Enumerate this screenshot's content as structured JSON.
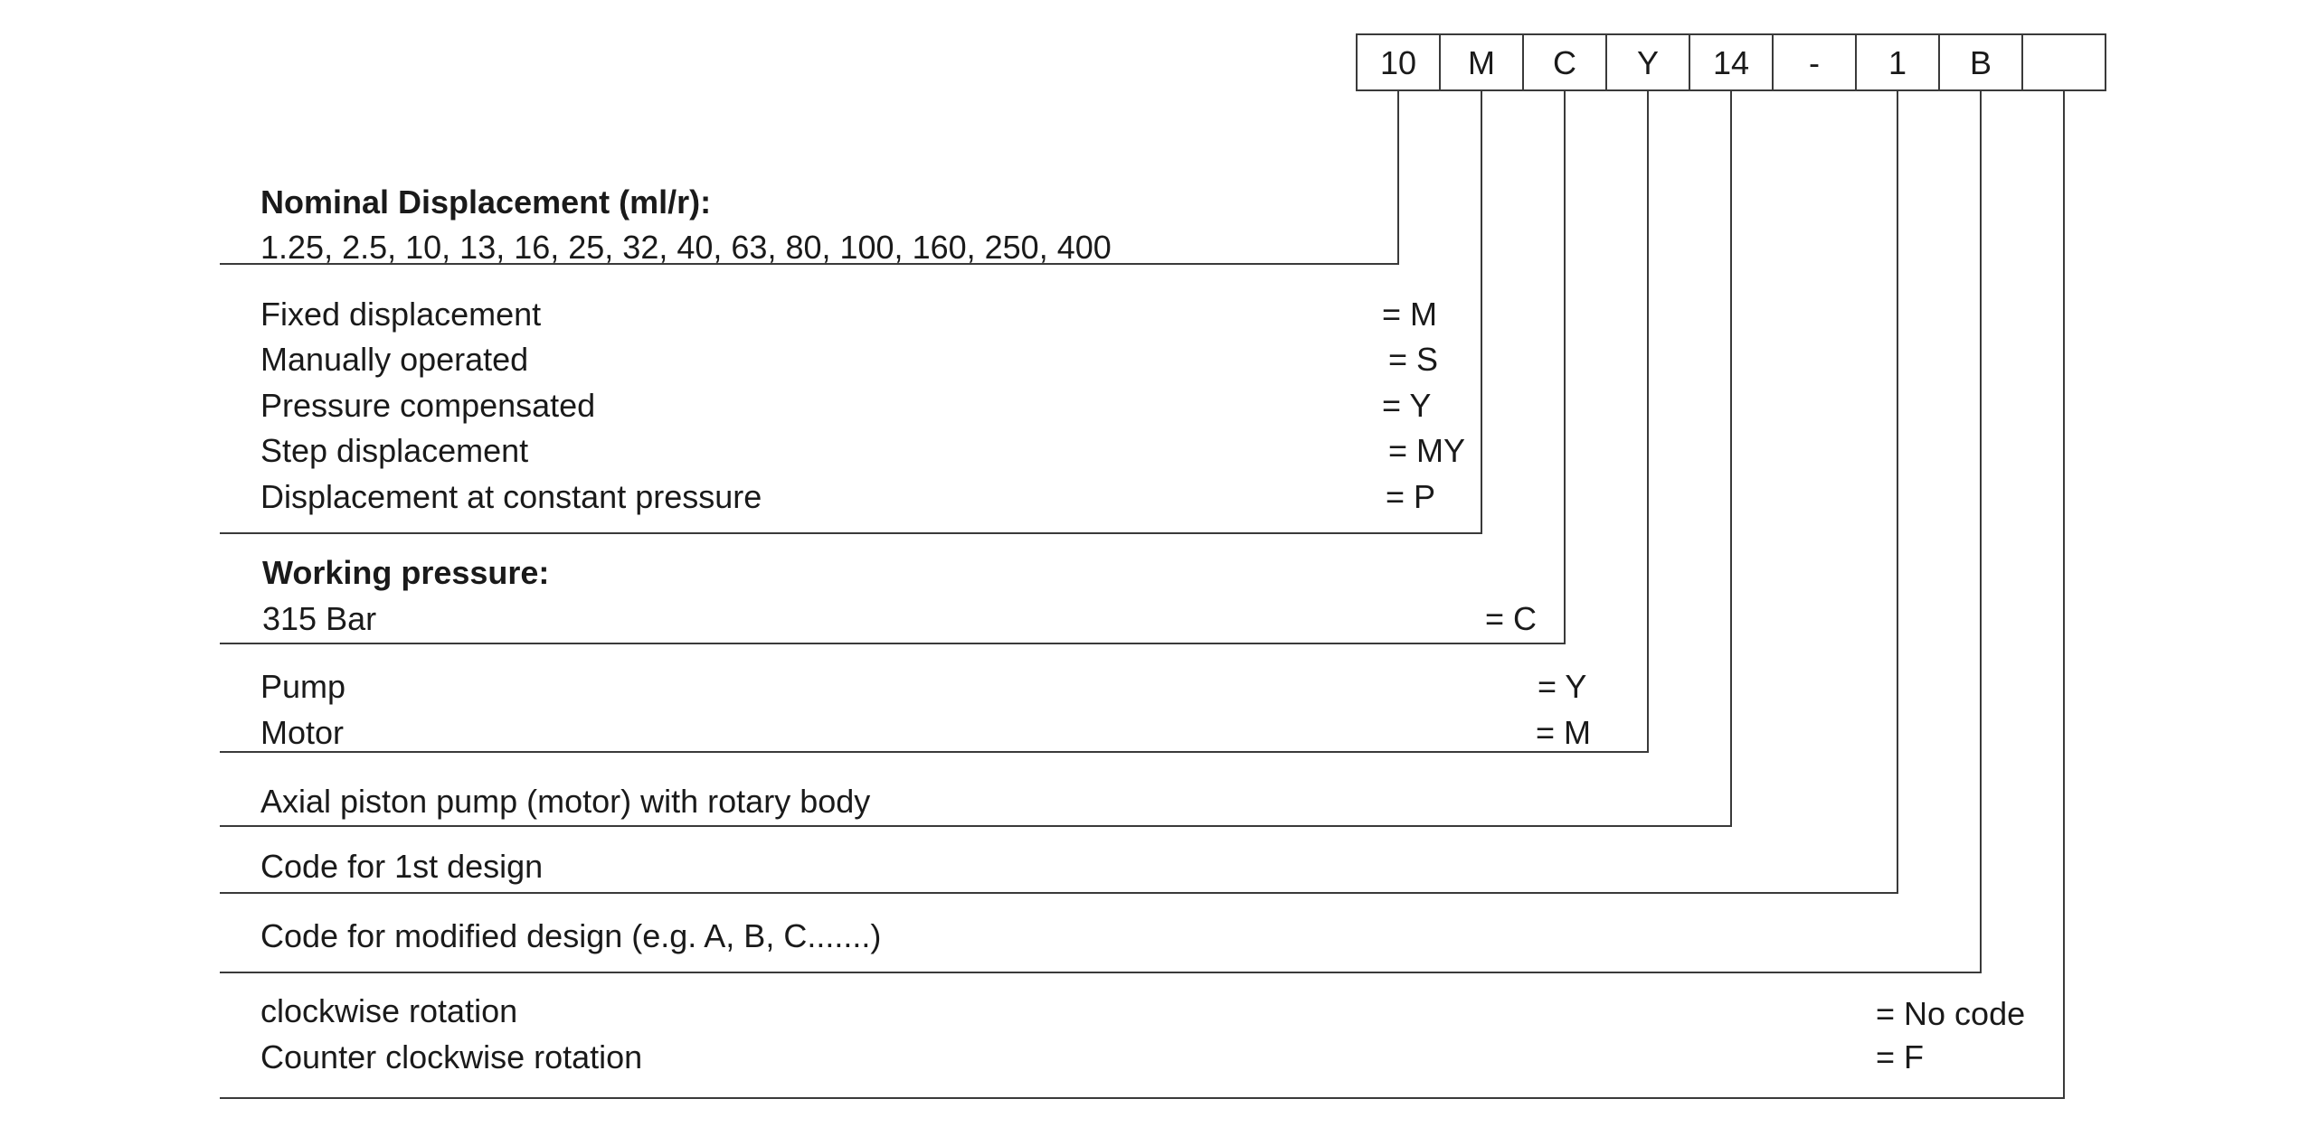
{
  "code_boxes": [
    "10",
    "M",
    "C",
    "Y",
    "14",
    "-",
    "1",
    "B",
    ""
  ],
  "sections": [
    {
      "heading": "Nominal Displacement (ml/r):",
      "rows": [
        {
          "label": "1.25, 2.5, 10, 13, 16, 25, 32, 40, 63, 80, 100, 160, 250, 400",
          "code": ""
        }
      ]
    },
    {
      "heading": "",
      "rows": [
        {
          "label": "Fixed displacement",
          "code": "= M"
        },
        {
          "label": "Manually operated",
          "code": "= S"
        },
        {
          "label": "Pressure compensated",
          "code": "= Y"
        },
        {
          "label": "Step displacement",
          "code": "= MY"
        },
        {
          "label": "Displacement at constant pressure",
          "code": "= P"
        }
      ]
    },
    {
      "heading": "Working pressure:",
      "rows": [
        {
          "label": "315 Bar",
          "code": "= C"
        }
      ]
    },
    {
      "heading": "",
      "rows": [
        {
          "label": "Pump",
          "code": "= Y"
        },
        {
          "label": "Motor",
          "code": "= M"
        }
      ]
    },
    {
      "heading": "",
      "rows": [
        {
          "label": "Axial piston pump (motor) with rotary body",
          "code": ""
        }
      ]
    },
    {
      "heading": "",
      "rows": [
        {
          "label": "Code for 1st design",
          "code": ""
        }
      ]
    },
    {
      "heading": "",
      "rows": [
        {
          "label": "Code for modified design (e.g. A, B, C.......)",
          "code": ""
        }
      ]
    },
    {
      "heading": "",
      "rows": [
        {
          "label": "clockwise rotation",
          "code": "= No code"
        },
        {
          "label": "Counter clockwise rotation",
          "code": "= F"
        }
      ]
    }
  ]
}
